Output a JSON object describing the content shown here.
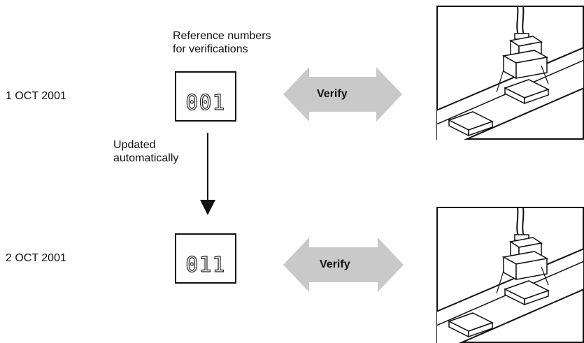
{
  "reference_caption": "Reference numbers\nfor verifications",
  "update_caption": "Updated\nautomatically",
  "verify_label": "Verify",
  "steps": [
    {
      "date": "1 OCT 2001",
      "code": "001"
    },
    {
      "date": "2 OCT 2001",
      "code": "011"
    }
  ],
  "colors": {
    "arrow_fill": "#c9c9c9",
    "line": "#111111"
  }
}
